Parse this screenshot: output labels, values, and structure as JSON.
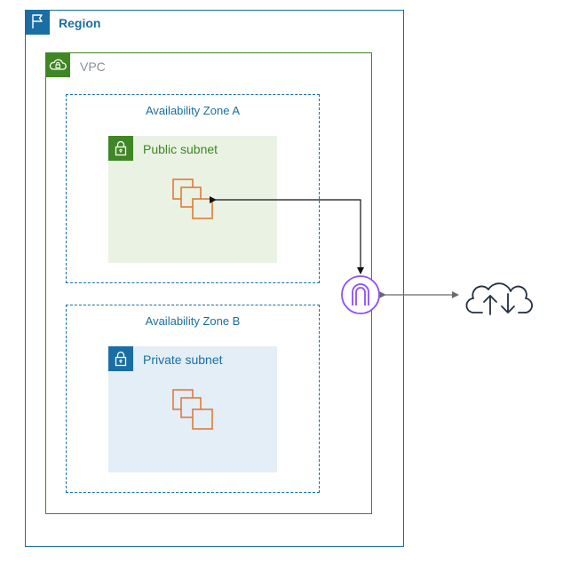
{
  "region": {
    "label": "Region",
    "icon": "flag-icon",
    "color": "#1a6ea3"
  },
  "vpc": {
    "label": "VPC",
    "icon": "cloud-lock-icon",
    "color": "#3f8624"
  },
  "zones": [
    {
      "label": "Availability Zone A"
    },
    {
      "label": "Availability Zone B"
    }
  ],
  "subnets": {
    "public": {
      "label": "Public subnet",
      "icon": "lock-icon",
      "color": "#3f8624",
      "fill": "#e9f2e3"
    },
    "private": {
      "label": "Private subnet",
      "icon": "lock-icon",
      "color": "#1a6ea3",
      "fill": "#e3eef7"
    }
  },
  "instances_icon": "ec2-instances-icon",
  "instances_color": "#e07b39",
  "gateway": {
    "icon": "internet-gateway-icon",
    "color": "#8c4fff"
  },
  "internet": {
    "icon": "cloud-upload-download-icon"
  }
}
